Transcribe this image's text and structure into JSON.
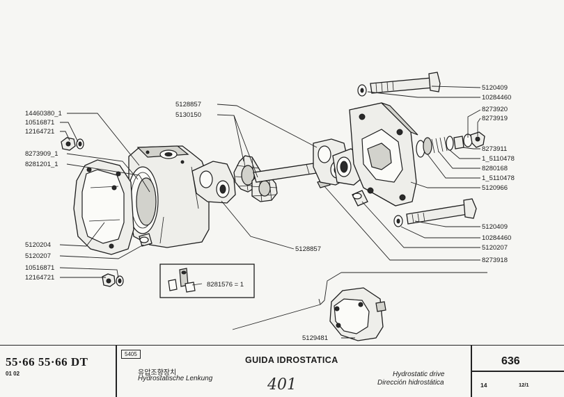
{
  "part_numbers": {
    "left_1": "14460380_1",
    "left_2": "10516871",
    "left_3": "12164721",
    "left_4": "8273909_1",
    "left_5": "8281201_1",
    "left_6": "5120204",
    "left_7": "5120207",
    "left_8": "10516871",
    "left_9": "12164721",
    "top_1": "5128857",
    "top_2": "5130150",
    "mid_1": "5128857",
    "inset_1": "8281576 = 1",
    "bottom_1": "5129481",
    "right_1": "5120409",
    "right_2": "10284460",
    "right_3": "8273920",
    "right_4": "8273919",
    "right_5": "8273911",
    "right_6": "1_5110478",
    "right_7": "8280168",
    "right_8": "1_5110478",
    "right_9": "5120966",
    "right_10": "5120409",
    "right_11": "10284460",
    "right_12": "5120207",
    "right_13": "8273918"
  },
  "footer": {
    "model": "55·66  55·66 DT",
    "model_sub": "01  02",
    "group_code": "5405",
    "title_it": "GUIDA IDROSTATICA",
    "title_kr": "유압조향장치",
    "title_de": "Hydrostatische Lenkung",
    "title_en": "Hydrostatic drive",
    "title_es": "Dirección hidrostática",
    "handwritten": "401",
    "page": "636",
    "sheet_a": "14",
    "sheet_b": "12/1"
  }
}
